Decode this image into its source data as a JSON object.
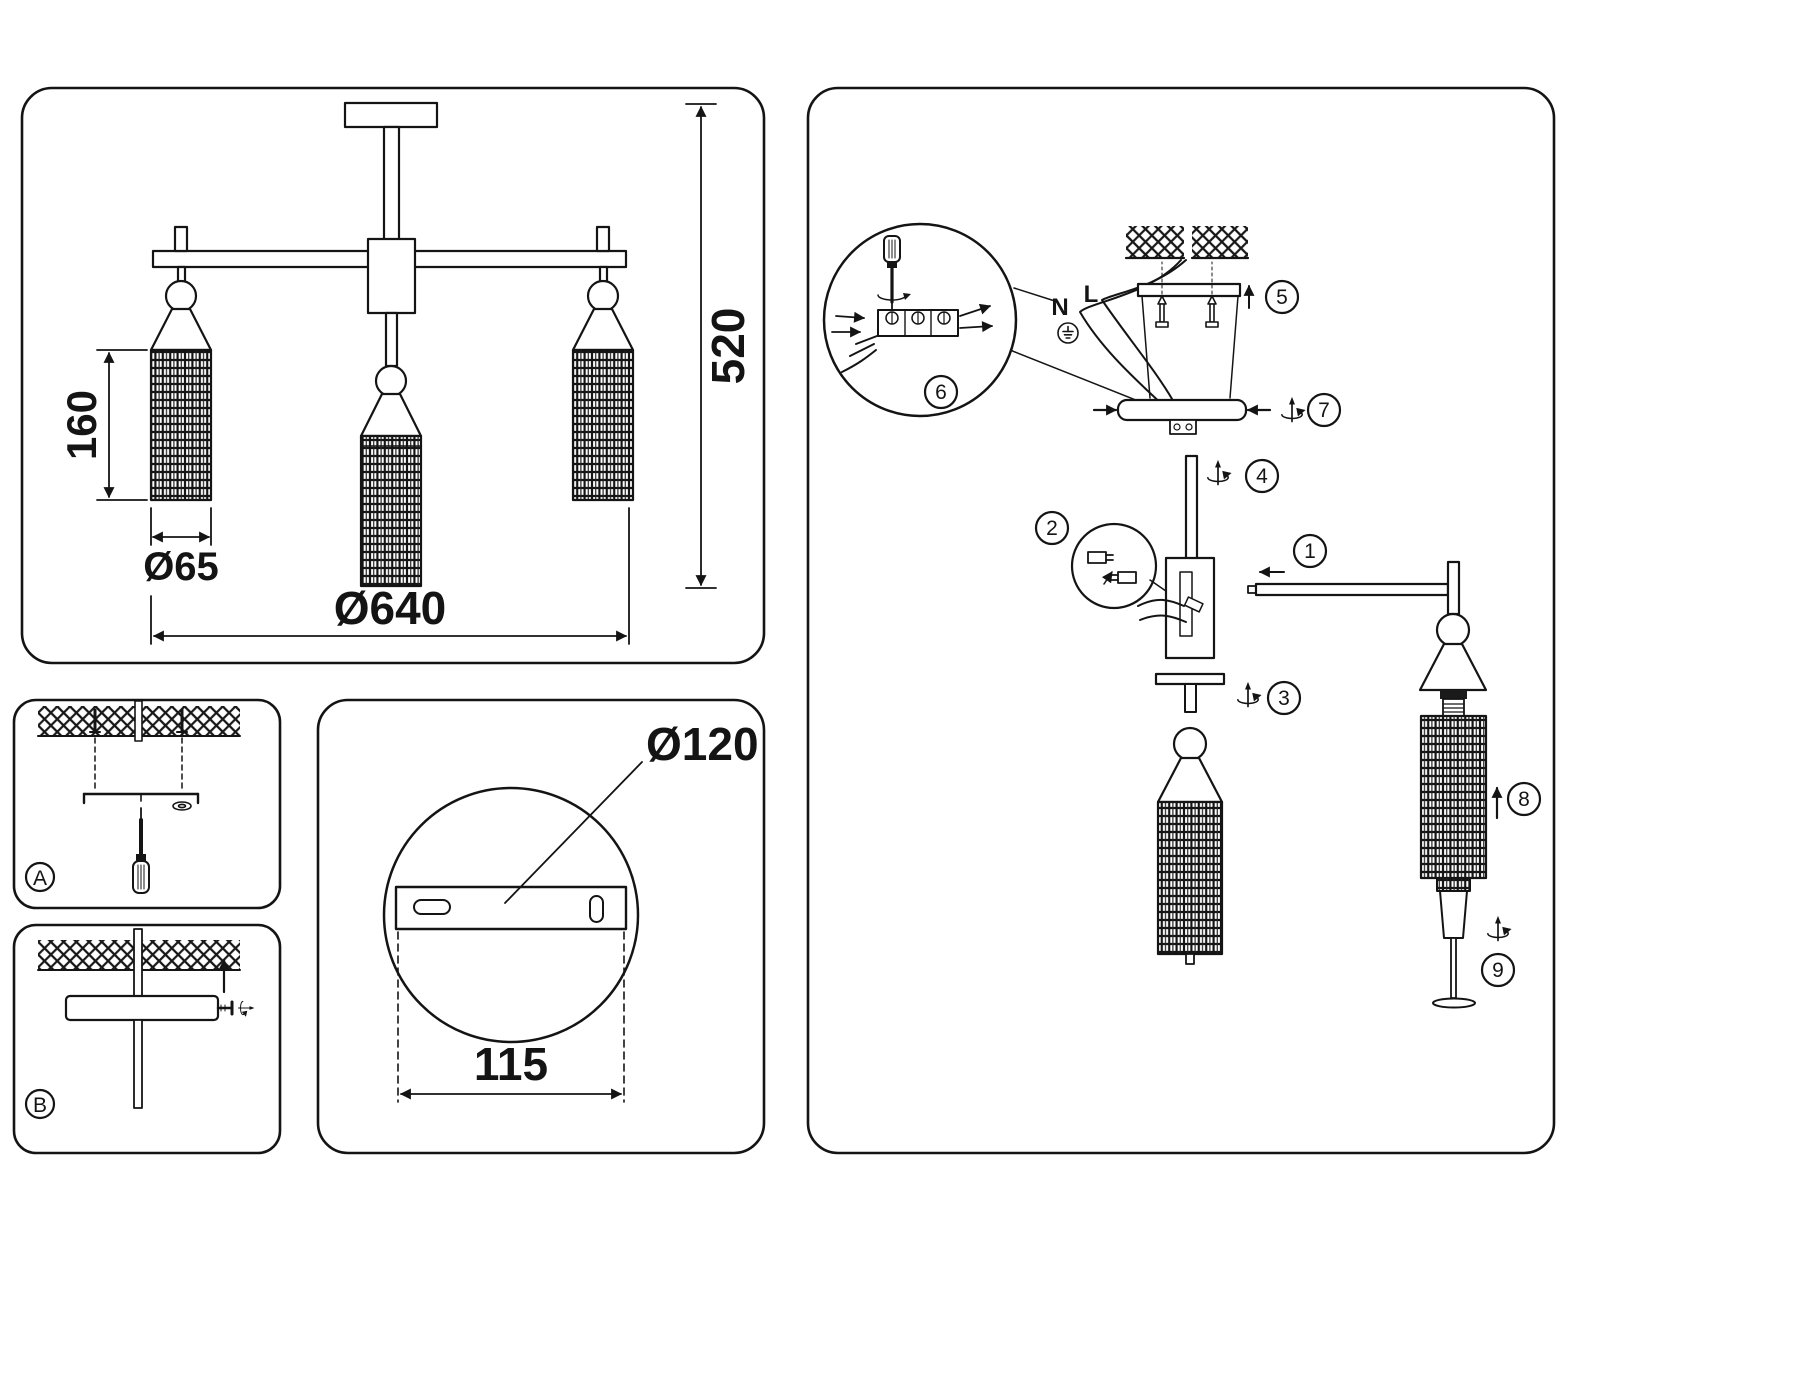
{
  "dims": {
    "fixture_height": "520",
    "shade_height": "160",
    "shade_diameter": "Ø65",
    "fixture_diameter": "Ø640",
    "plate_diameter": "Ø120",
    "plate_holes_distance": "115"
  },
  "panels": {
    "a": "A",
    "b": "B"
  },
  "wiring": {
    "neutral": "N",
    "live": "L"
  },
  "steps": [
    "1",
    "2",
    "3",
    "4",
    "5",
    "6",
    "7",
    "8",
    "9"
  ],
  "colors": {
    "line": "#141414",
    "background": "#ffffff"
  }
}
